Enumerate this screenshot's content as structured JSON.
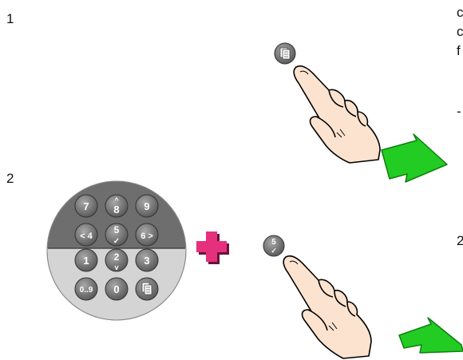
{
  "steps": [
    {
      "number": "1"
    },
    {
      "number": "2"
    }
  ],
  "right_edge_text": {
    "line1": "c",
    "line2": "c",
    "line3": "f",
    "mark1": "-",
    "mark2": "2"
  },
  "keypad": {
    "keys": [
      "7",
      "8",
      "9",
      "< 4",
      "5",
      "6 >",
      "1",
      "2",
      "3",
      "0..9",
      "0"
    ],
    "arrow_up": "^",
    "arrow_down": "v",
    "check": "✓"
  },
  "small_button_5": {
    "label": "5",
    "check": "✓"
  },
  "icons": [
    "copy-button-icon",
    "hand-pointer-icon",
    "plus-icon",
    "green-arrow-icon"
  ],
  "colors": {
    "plus": "#e6307e",
    "arrow": "#22cc22",
    "keypad_top": "#6e6e6e",
    "keypad_bottom": "#d4d4d4",
    "key": "#7a7a7a",
    "hand_fill": "#fbe3cf"
  }
}
